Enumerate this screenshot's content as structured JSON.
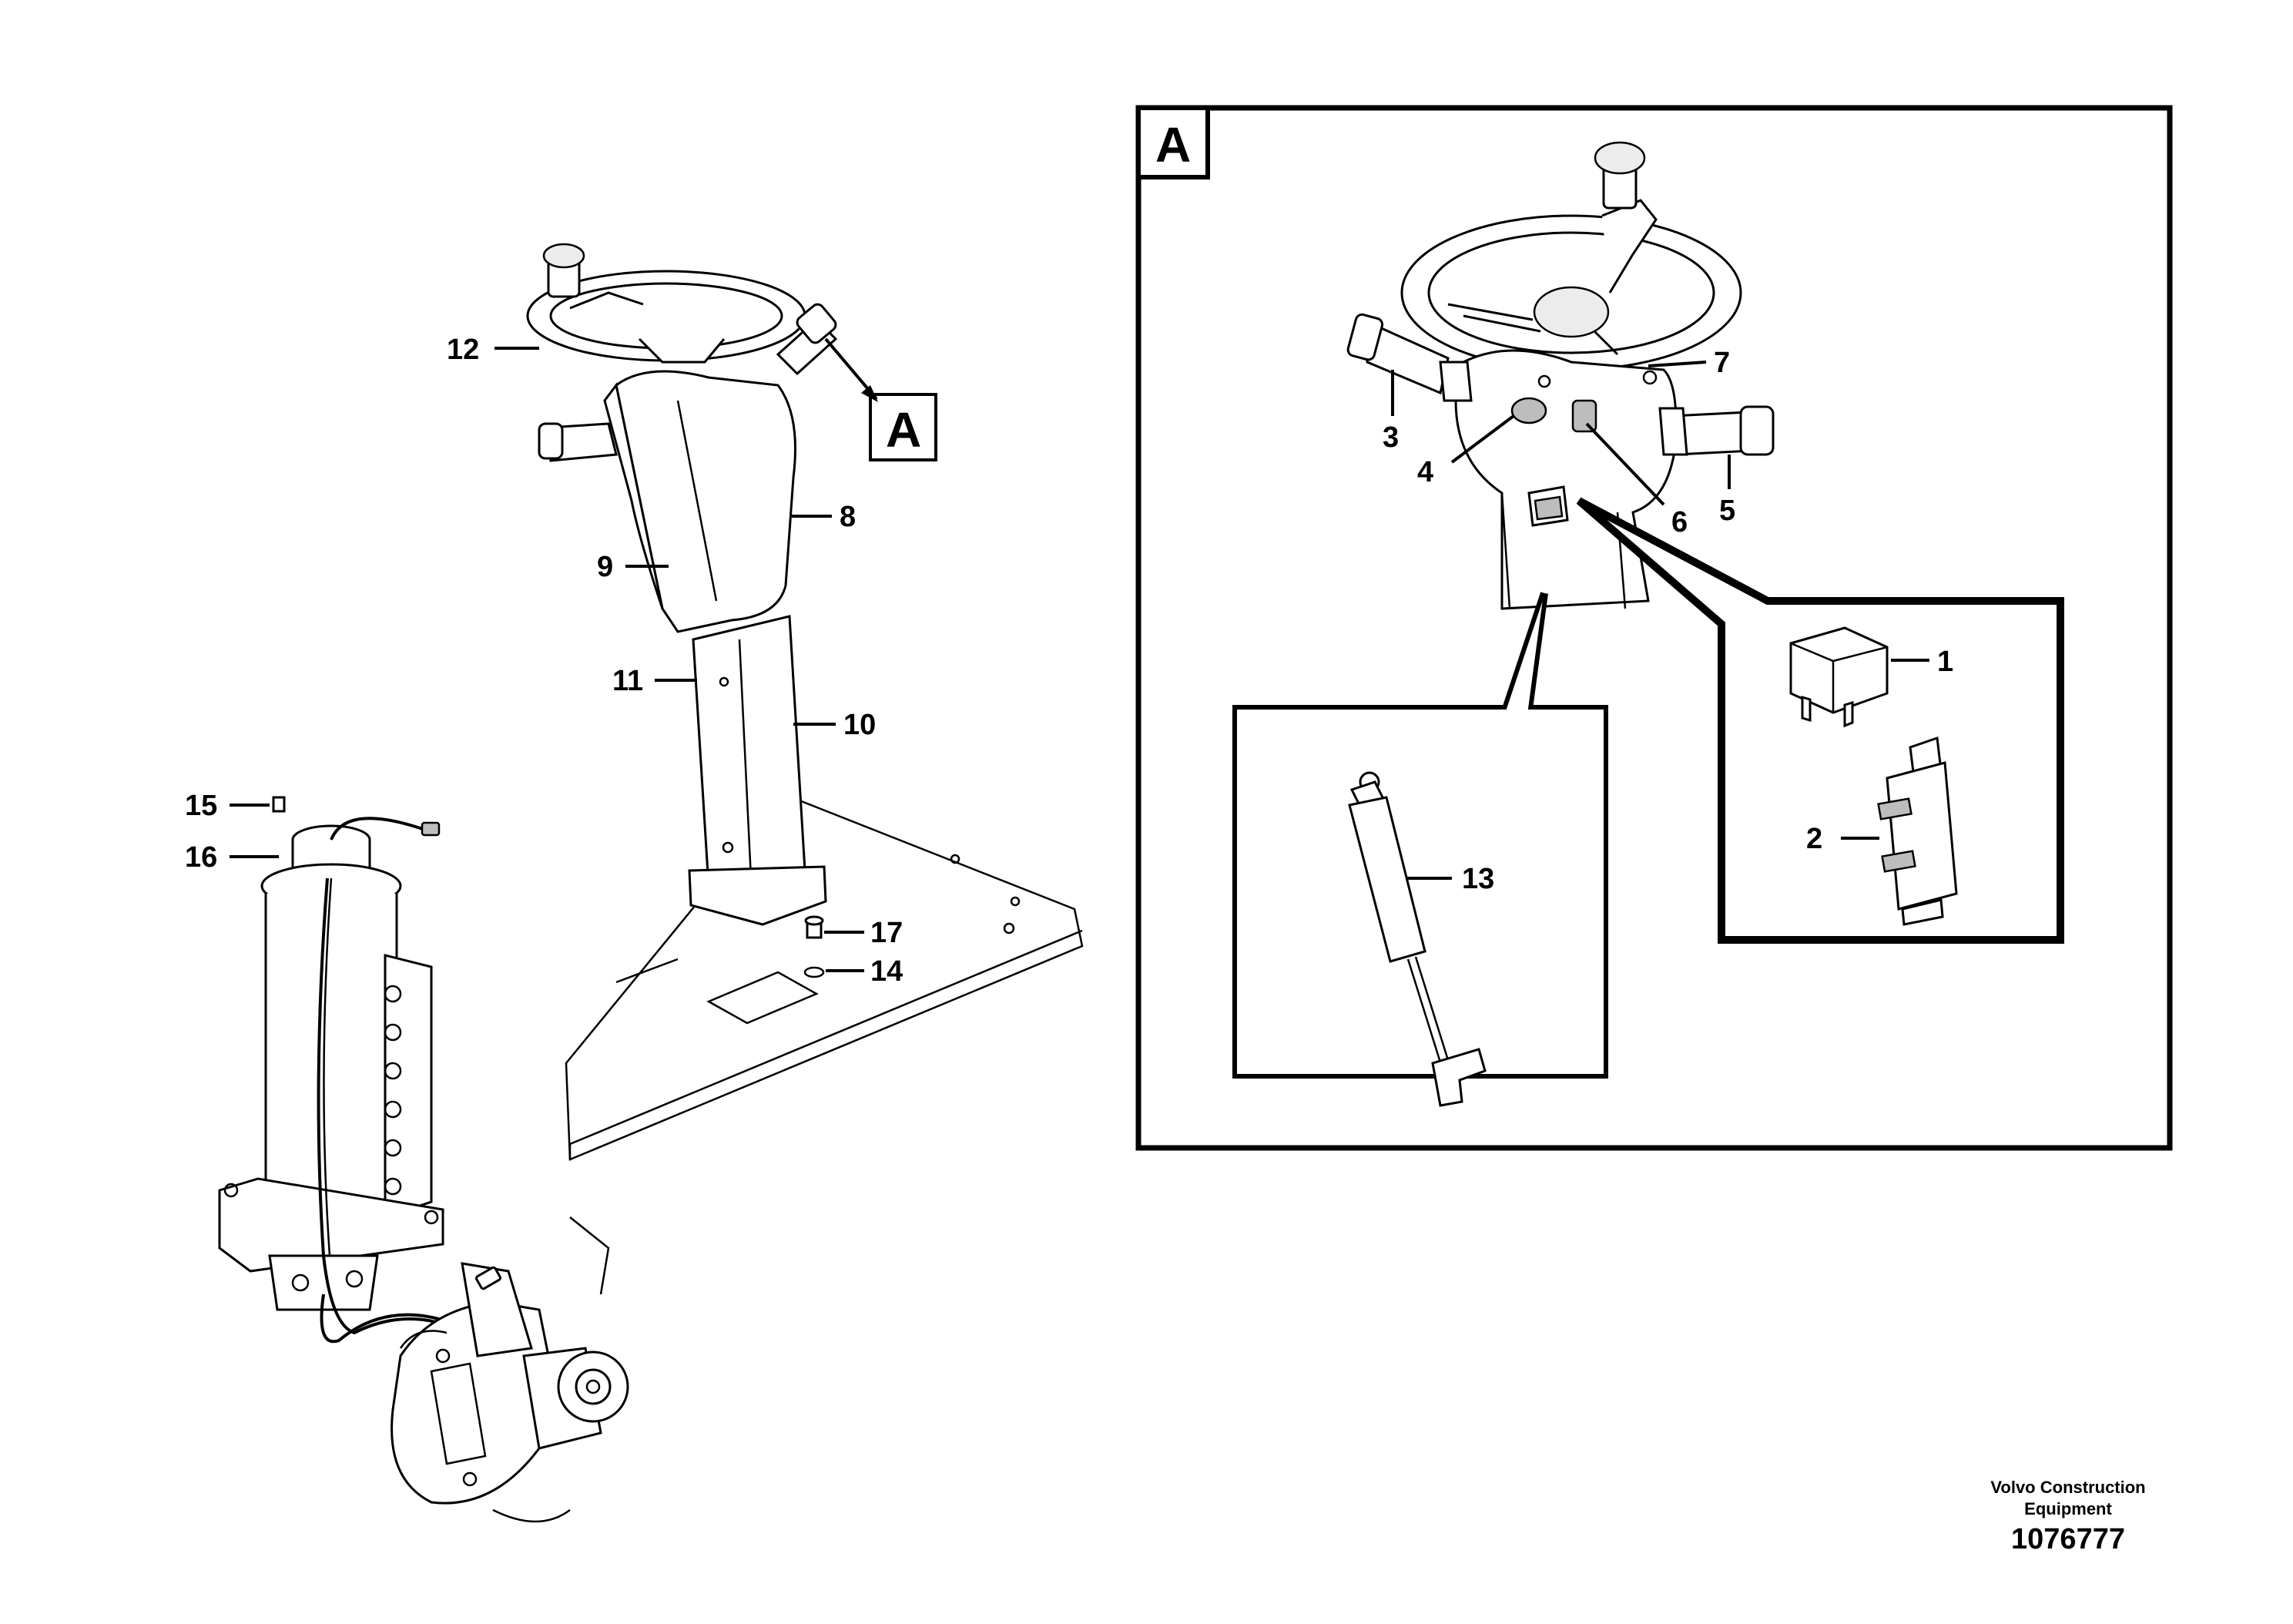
{
  "section_label": "A",
  "callouts": {
    "c1": "1",
    "c2": "2",
    "c3": "3",
    "c4": "4",
    "c5": "5",
    "c6": "6",
    "c7": "7",
    "c8": "8",
    "c9": "9",
    "c10": "10",
    "c11": "11",
    "c12": "12",
    "c13": "13",
    "c14": "14",
    "c15": "15",
    "c16": "16",
    "c17": "17"
  },
  "footer": {
    "brand_line1": "Volvo Construction",
    "brand_line2": "Equipment",
    "drawing_number": "1076777"
  }
}
